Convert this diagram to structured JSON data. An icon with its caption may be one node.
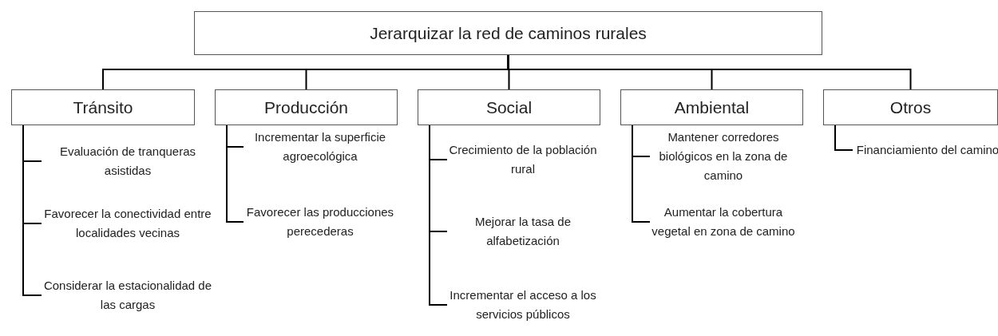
{
  "diagram": {
    "nodes": [
      {
        "text": [
          "Jerarquizar la red de caminos rurales"
        ]
      },
      {
        "text": [
          "Tránsito"
        ]
      },
      {
        "text": [
          "Evaluación de tranqueras asistidas"
        ]
      },
      {
        "text": [
          "Favorecer la conectividad entre localidades vecinas"
        ]
      },
      {
        "text": [
          "Considerar la estacionalidad de las cargas"
        ]
      },
      {
        "text": [
          "Producción"
        ]
      },
      {
        "text": [
          "Incrementar la superficie agroecológica"
        ]
      },
      {
        "text": [
          "Favorecer las producciones perecederas"
        ]
      },
      {
        "text": [
          "Social"
        ]
      },
      {
        "text": [
          "Crecimiento de la población rural"
        ]
      },
      {
        "text": [
          "Mejorar la tasa de alfabetización"
        ]
      },
      {
        "text": [
          "Incrementar el acceso a los servicios públicos"
        ]
      },
      {
        "text": [
          "Ambiental"
        ]
      },
      {
        "text": [
          "Mantener corredores biológicos en la zona de camino"
        ]
      },
      {
        "text": [
          "Aumentar la cobertura vegetal en zona de camino"
        ]
      },
      {
        "text": [
          "Otros"
        ]
      },
      {
        "text": [
          "Financiamiento del camino"
        ]
      }
    ],
    "edges": [
      {
        "from": 0,
        "to": 1,
        "arrow": "none"
      },
      {
        "from": 0,
        "to": 5,
        "arrow": "none"
      },
      {
        "from": 0,
        "to": 8,
        "arrow": "none"
      },
      {
        "from": 0,
        "to": 12,
        "arrow": "none"
      },
      {
        "from": 0,
        "to": 15,
        "arrow": "none"
      },
      {
        "from": 1,
        "to": 2,
        "arrow": "none"
      },
      {
        "from": 1,
        "to": 3,
        "arrow": "none"
      },
      {
        "from": 1,
        "to": 4,
        "arrow": "none"
      },
      {
        "from": 5,
        "to": 6,
        "arrow": "none"
      },
      {
        "from": 5,
        "to": 7,
        "arrow": "none"
      },
      {
        "from": 8,
        "to": 9,
        "arrow": "none"
      },
      {
        "from": 8,
        "to": 10,
        "arrow": "none"
      },
      {
        "from": 8,
        "to": 11,
        "arrow": "none"
      },
      {
        "from": 12,
        "to": 13,
        "arrow": "none"
      },
      {
        "from": 12,
        "to": 14,
        "arrow": "none"
      },
      {
        "from": 15,
        "to": 16,
        "arrow": "none"
      }
    ]
  }
}
